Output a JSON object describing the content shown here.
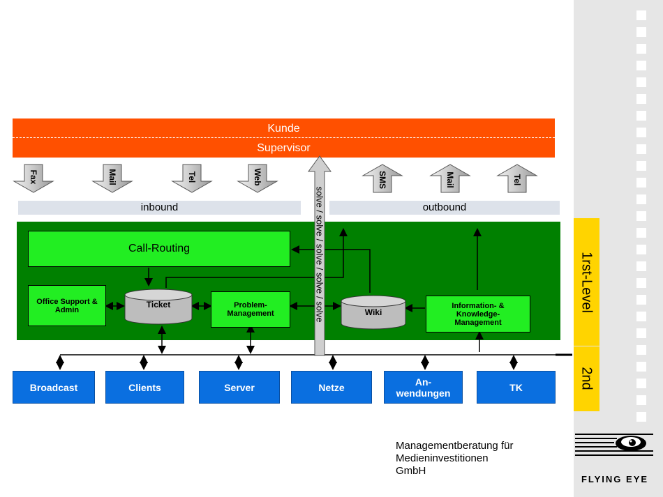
{
  "header": {
    "kunde": "Kunde",
    "supervisor": "Supervisor"
  },
  "channels": {
    "inbound": [
      "Fax",
      "Mail",
      "Tel",
      "Web"
    ],
    "outbound": [
      "SMS",
      "Mail",
      "Tel"
    ]
  },
  "bars": {
    "inbound": "inbound",
    "outbound": "outbound"
  },
  "solve_label": "solve / solve / solve / solve / solve",
  "boxes": {
    "call_routing": "Call-Routing",
    "office_support": "Office Support & Admin",
    "ticket": "Ticket",
    "problem_management": "Problem-Management",
    "wiki": "Wiki",
    "information_knowledge": "Information- & Knowledge-Management"
  },
  "bottom_boxes": [
    "Broadcast",
    "Clients",
    "Server",
    "Netze",
    "An-wendungen",
    "TK"
  ],
  "levels": {
    "first": "1rst-Level",
    "second": "2nd"
  },
  "footer": {
    "line1": "Managementberatung für",
    "line2": "Medieninvestitionen",
    "line3": "GmbH"
  },
  "brand": "FLYING EYE",
  "colors": {
    "kunde": "#ff5000",
    "main": "#008000",
    "box": "#22ee22",
    "bottom": "#0a6fe0",
    "level": "#ffd400"
  }
}
